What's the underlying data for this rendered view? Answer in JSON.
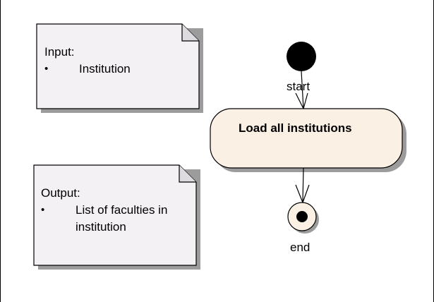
{
  "input_note": {
    "heading": "Input:",
    "items": [
      "Institution"
    ]
  },
  "output_note": {
    "heading": "Output:",
    "items": [
      "List of faculties in",
      "institution"
    ]
  },
  "action": {
    "label": "Load all institutions"
  },
  "start_node": {
    "label": "start"
  },
  "end_node": {
    "label": "end"
  },
  "colors": {
    "note_fill": "#f4f1f5",
    "action_fill": "#faf0e4",
    "shadow": "#9c9c9c",
    "stroke": "#000000"
  }
}
